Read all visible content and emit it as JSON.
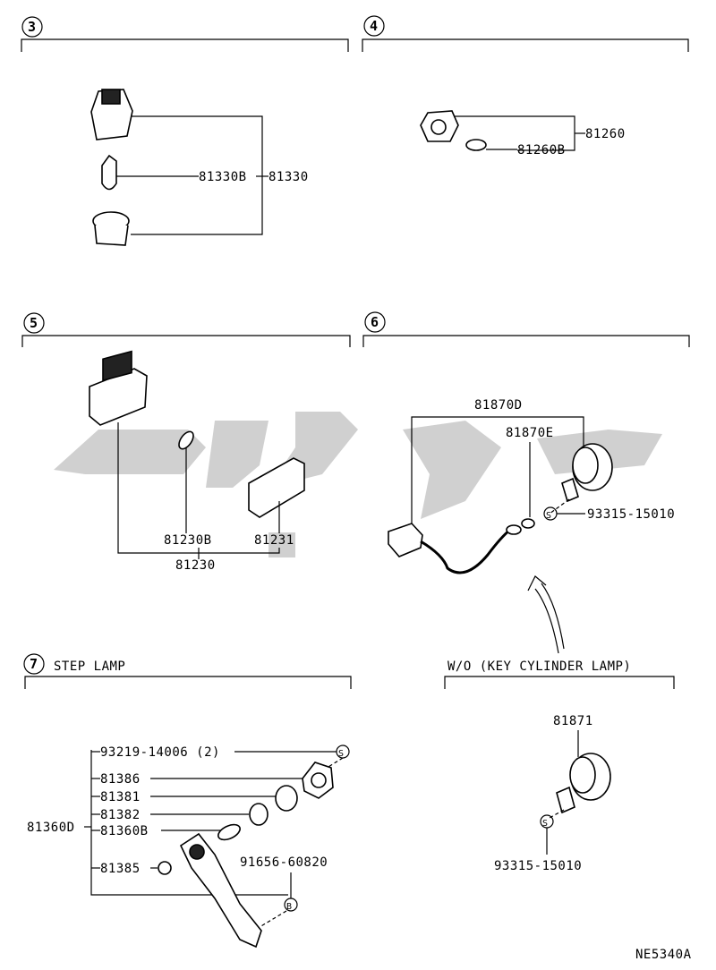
{
  "sections": {
    "s3": {
      "number": "3"
    },
    "s4": {
      "number": "4"
    },
    "s5": {
      "number": "5"
    },
    "s6": {
      "number": "6"
    },
    "s7": {
      "number": "7",
      "title": "STEP LAMP"
    }
  },
  "variant_note": "W/O (KEY CYLINDER LAMP)",
  "labels": {
    "p81330B": "81330B",
    "p81330": "81330",
    "p81260": "81260",
    "p81260B": "81260B",
    "p81230B": "81230B",
    "p81231": "81231",
    "p81230": "81230",
    "p81870D": "81870D",
    "p81870E": "81870E",
    "p93315a": "93315-15010",
    "p81871": "81871",
    "p93315b": "93315-15010",
    "p93219": "93219-14006 (2)",
    "p81386": "81386",
    "p81381": "81381",
    "p81382": "81382",
    "p81360B": "81360B",
    "p81360D": "81360D",
    "p81385": "81385",
    "p91656": "91656-60820"
  },
  "symbols": {
    "screw_s": "S",
    "bolt_b": "B"
  },
  "diagram_code": "NE5340A",
  "icons": [
    "lamp-socket-icon",
    "bulb-icon",
    "lamp-housing-icon",
    "lens-icon",
    "harness-icon",
    "key-cylinder-ring-icon",
    "step-lamp-bracket-icon",
    "arrow-icon"
  ],
  "colors": {
    "ink": "#000000",
    "watermark": "#c8c8c8",
    "background": "#ffffff"
  }
}
